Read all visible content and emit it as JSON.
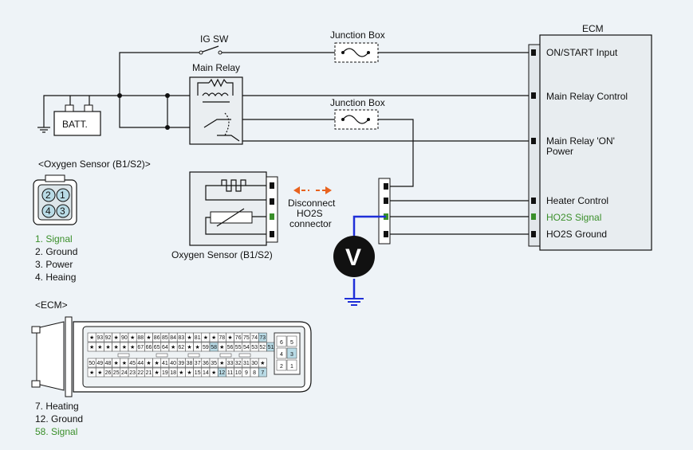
{
  "ig_sw": "IG SW",
  "junction_box_1": "Junction Box",
  "junction_box_2": "Junction Box",
  "main_relay": "Main Relay",
  "batt": "BATT.",
  "ecm_title": "ECM",
  "ecm_pins": {
    "on_start": "ON/START Input",
    "main_relay_control": "Main Relay Control",
    "main_relay_on_1": "Main Relay 'ON'",
    "main_relay_on_2": "Power",
    "heater_control": "Heater Control",
    "ho2s_signal": "HO2S  Signal",
    "ho2s_ground": "HO2S  Ground"
  },
  "disconnect": {
    "line1": "Disconnect",
    "line2": "HO2S",
    "line3": "connector"
  },
  "meter_symbol": "V",
  "sensor_caption": "Oxygen Sensor (B1/S2)",
  "sensor_section_title": "<Oxygen Sensor (B1/S2)>",
  "sensor_pin_numbers": [
    "2",
    "1",
    "4",
    "3"
  ],
  "sensor_pins": [
    "1. Signal",
    "2. Ground",
    "3. Power",
    "4. Heaing"
  ],
  "ecm_section_title": "<ECM>",
  "ecm_connector_rows": [
    [
      "★",
      "93",
      "92",
      "★",
      "90",
      "★",
      "88",
      "★",
      "86",
      "85",
      "84",
      "83",
      "★",
      "81",
      "★",
      "★",
      "78",
      "★",
      "76",
      "75",
      "74",
      "73"
    ],
    [
      "★",
      "★",
      "★",
      "★",
      "★",
      "★",
      "67",
      "66",
      "65",
      "64",
      "★",
      "62",
      "★",
      "★",
      "59",
      "58",
      "★",
      "56",
      "55",
      "54",
      "53",
      "52",
      "51"
    ],
    [
      "50",
      "49",
      "48",
      "★",
      "★",
      "45",
      "44",
      "★",
      "★",
      "41",
      "40",
      "39",
      "38",
      "37",
      "36",
      "35",
      "★",
      "33",
      "32",
      "31",
      "30",
      "★"
    ],
    [
      "★",
      "★",
      "26",
      "25",
      "24",
      "23",
      "22",
      "21",
      "★",
      "19",
      "18",
      "★",
      "★",
      "15",
      "14",
      "★",
      "12",
      "11",
      "10",
      "9",
      "8",
      "7"
    ]
  ],
  "ecm_side_pins": [
    [
      "6",
      "5"
    ],
    [
      "4",
      "3"
    ],
    [
      "2",
      "1"
    ]
  ],
  "ecm_pins_list": [
    "7. Heating",
    "12. Ground",
    "58. Signal"
  ],
  "colors": {
    "signal_green": "#3a8f2a",
    "probe_blue": "#1f2fd8",
    "arrow_orange": "#e8621e",
    "highlight_pin": "#b9dbe6"
  }
}
